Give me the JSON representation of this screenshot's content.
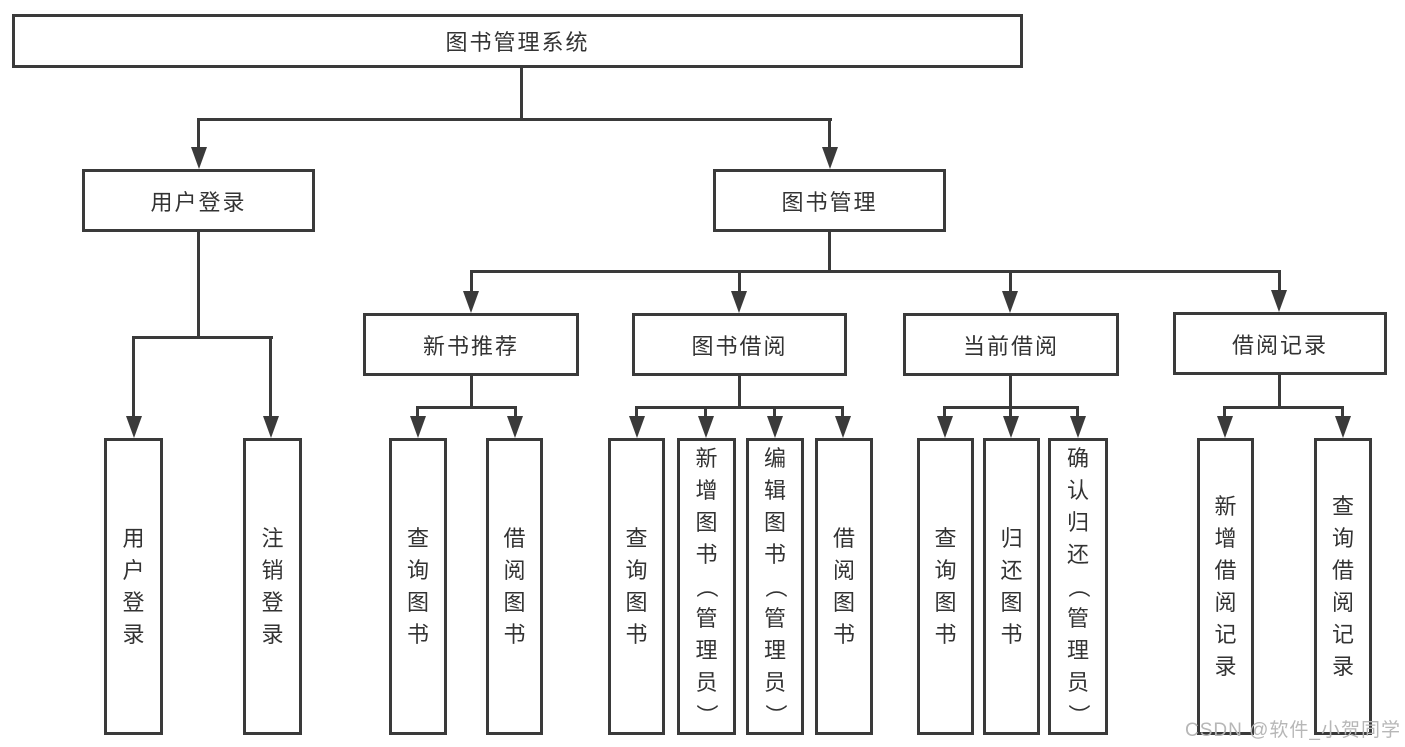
{
  "tree": {
    "label": "图书管理系统",
    "children": [
      {
        "label": "用户登录",
        "children": [
          {
            "label": "用户登录"
          },
          {
            "label": "注销登录"
          }
        ]
      },
      {
        "label": "图书管理",
        "children": [
          {
            "label": "新书推荐",
            "children": [
              {
                "label": "查询图书"
              },
              {
                "label": "借阅图书"
              }
            ]
          },
          {
            "label": "图书借阅",
            "children": [
              {
                "label": "查询图书"
              },
              {
                "label": "新增图书（管理员）"
              },
              {
                "label": "编辑图书（管理员）"
              },
              {
                "label": "借阅图书"
              }
            ]
          },
          {
            "label": "当前借阅",
            "children": [
              {
                "label": "查询图书"
              },
              {
                "label": "归还图书"
              },
              {
                "label": "确认归还（管理员）"
              }
            ]
          },
          {
            "label": "借阅记录",
            "children": [
              {
                "label": "新增借阅记录"
              },
              {
                "label": "查询借阅记录"
              }
            ]
          }
        ]
      }
    ]
  },
  "watermark": "CSDN @软件_小贺同学",
  "colors": {
    "line": "#3a3a3a",
    "text": "#333333",
    "box_background": "#ffffff",
    "watermark": "#b7b7b7",
    "page_background": "#ffffff"
  }
}
